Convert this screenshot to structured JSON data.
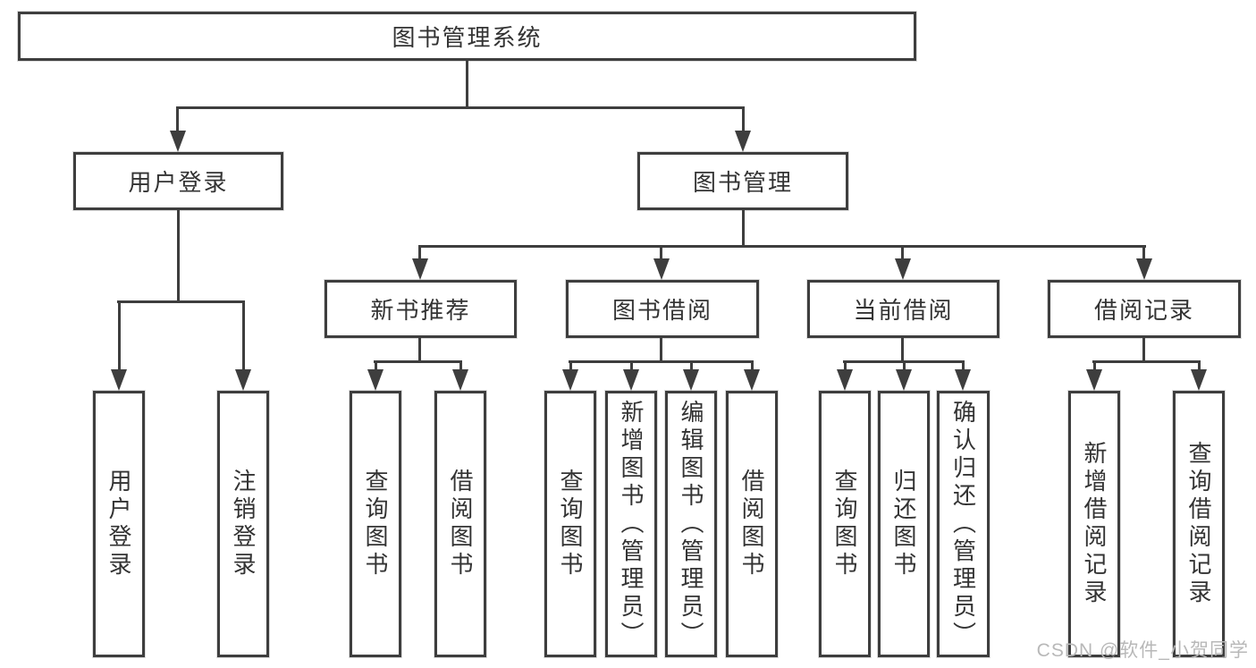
{
  "tree": {
    "root": {
      "label": "图书管理系统",
      "children": [
        {
          "label": "用户登录",
          "children": [
            {
              "label": "用户登录"
            },
            {
              "label": "注销登录"
            }
          ]
        },
        {
          "label": "图书管理",
          "children": [
            {
              "label": "新书推荐",
              "children": [
                {
                  "label": "查询图书"
                },
                {
                  "label": "借阅图书"
                }
              ]
            },
            {
              "label": "图书借阅",
              "children": [
                {
                  "label": "查询图书"
                },
                {
                  "label": "新增图书（管理员）"
                },
                {
                  "label": "编辑图书（管理员）"
                },
                {
                  "label": "借阅图书"
                }
              ]
            },
            {
              "label": "当前借阅",
              "children": [
                {
                  "label": "查询图书"
                },
                {
                  "label": "归还图书"
                },
                {
                  "label": "确认归还（管理员）"
                }
              ]
            },
            {
              "label": "借阅记录",
              "children": [
                {
                  "label": "新增借阅记录"
                },
                {
                  "label": "查询借阅记录"
                }
              ]
            }
          ]
        }
      ]
    }
  },
  "watermark": {
    "text": "CSDN @软件_小贺同学"
  },
  "colors": {
    "line": "#3e3e3e",
    "text": "#333333",
    "background": "#ffffff",
    "watermark": "#b8b8b8"
  }
}
